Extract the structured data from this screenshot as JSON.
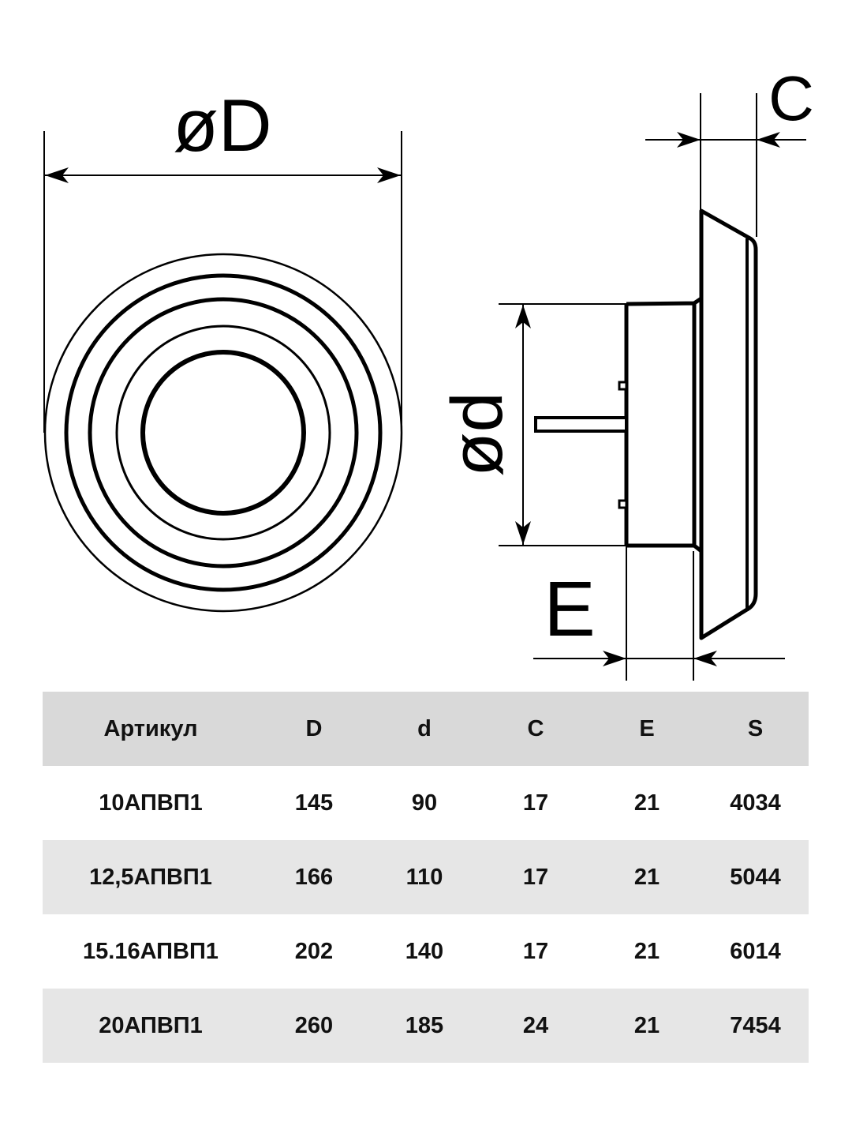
{
  "drawing": {
    "front_view": {
      "dimension_label": "øD"
    },
    "side_view": {
      "diameter_label": "ød",
      "flange_thickness_label": "C",
      "offset_label": "E"
    }
  },
  "table": {
    "headers": [
      "Артикул",
      "D",
      "d",
      "C",
      "E",
      "S"
    ],
    "rows": [
      [
        "10АПВП1",
        "145",
        "90",
        "17",
        "21",
        "4034"
      ],
      [
        "12,5АПВП1",
        "166",
        "110",
        "17",
        "21",
        "5044"
      ],
      [
        "15.16АПВП1",
        "202",
        "140",
        "17",
        "21",
        "6014"
      ],
      [
        "20АПВП1",
        "260",
        "185",
        "24",
        "21",
        "7454"
      ]
    ]
  },
  "colors": {
    "header_bg": "#d9d9d9",
    "stripe_bg": "#e6e6e6",
    "line": "#000000"
  }
}
